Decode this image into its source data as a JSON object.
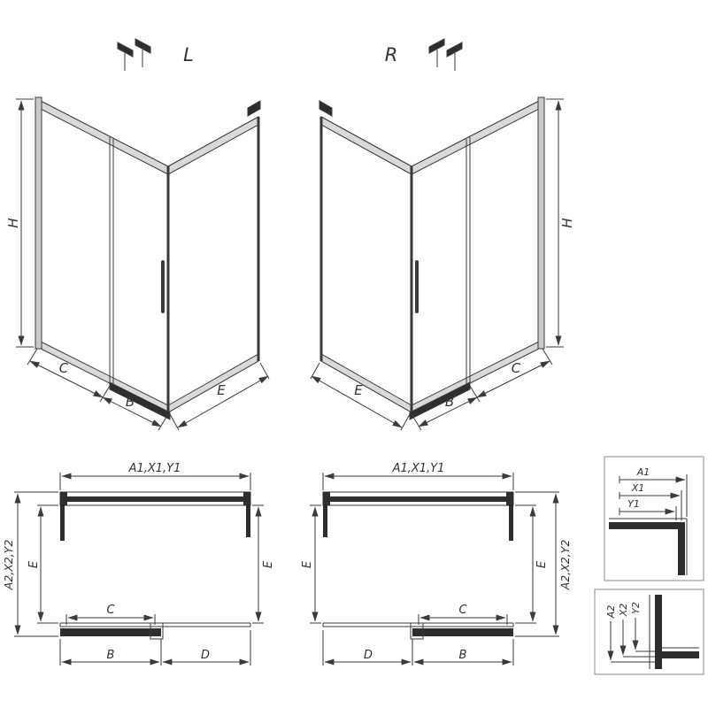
{
  "colors": {
    "line": "#3a3a3a",
    "dark_fill": "#2e2e2e",
    "rail_fill": "#d9d9d9",
    "box_border": "#8a8a8a"
  },
  "iso_left": {
    "variant": "L",
    "dim_h": "H",
    "dim_c": "C",
    "dim_b": "B",
    "dim_e": "E"
  },
  "iso_right": {
    "variant": "R",
    "dim_h": "H",
    "dim_c": "C",
    "dim_b": "B",
    "dim_e": "E"
  },
  "plan_left": {
    "dim_width": "A1,X1,Y1",
    "dim_depth_outer": "A2,X2,Y2",
    "dim_depth_inner": "E",
    "dim_depth_far": "E",
    "dim_c": "C",
    "dim_b": "B",
    "dim_d": "D"
  },
  "plan_right": {
    "dim_width": "A1,X1,Y1",
    "dim_depth_outer": "A2,X2,Y2",
    "dim_depth_inner": "E",
    "dim_depth_far": "E",
    "dim_c": "C",
    "dim_b": "B",
    "dim_d": "D"
  },
  "detail_top": {
    "dim_a": "A1",
    "dim_x": "X1",
    "dim_y": "Y1"
  },
  "detail_bottom": {
    "dim_a": "A2",
    "dim_x": "X2",
    "dim_y": "Y2"
  }
}
